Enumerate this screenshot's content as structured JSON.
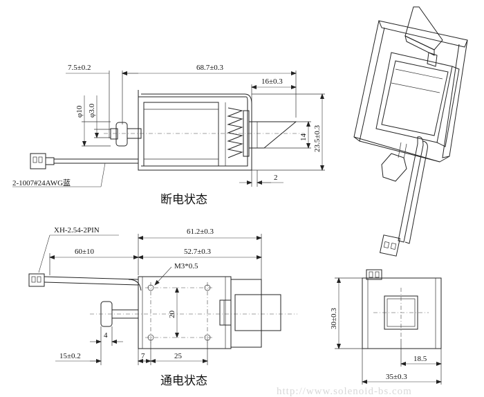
{
  "top_view": {
    "dim_left": "7.5±0.2",
    "dim_length": "68.7±0.3",
    "dim_plunger": "16±0.3",
    "dim_d10": "φ10",
    "dim_d3": "φ3.0",
    "dim_14": "14",
    "dim_height": "23.5±0.3",
    "dim_2": "2",
    "wire_label": "2-1007#24AWG蓝",
    "caption": "断电状态"
  },
  "bottom_view": {
    "connector_label": "XH-2.54-2PIN",
    "dim_total": "61.2±0.3",
    "dim_wire": "60±10",
    "dim_body": "52.7±0.3",
    "screw_label": "M3*0.5",
    "dim_20": "20",
    "dim_4": "4",
    "dim_15": "15±0.2",
    "dim_7": "7",
    "dim_25": "25",
    "caption": "通电状态"
  },
  "end_view": {
    "dim_30": "30±0.3",
    "dim_185": "18.5",
    "dim_35": "35±0.3"
  },
  "watermark": "http://www.solenoid-bs.com"
}
